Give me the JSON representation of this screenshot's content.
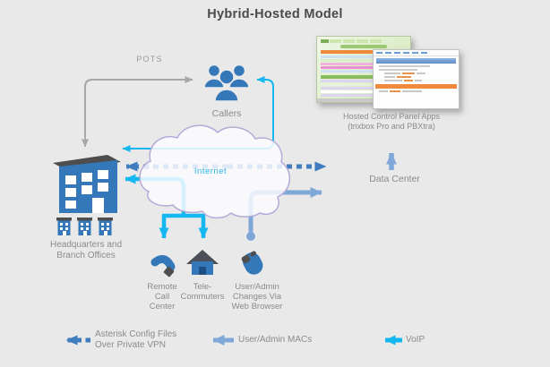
{
  "title": "Hybrid-Hosted Model",
  "cloud": {
    "label": "Internet"
  },
  "connections": {
    "pots_label": "POTS"
  },
  "nodes": {
    "callers": {
      "label": "Callers"
    },
    "headquarters": {
      "line1": "Headquarters and",
      "line2": "Branch Offices"
    },
    "hosted_apps": {
      "line1": "Hosted Control Panel Apps",
      "line2": "(trixbox Pro and PBXtra)"
    },
    "data_center": {
      "label": "Data Center"
    },
    "remote_call_center": {
      "line1": "Remote",
      "line2": "Call",
      "line3": "Center"
    },
    "telecommuters": {
      "line1": "Tele-",
      "line2": "Commuters"
    },
    "user_admin": {
      "line1": "User/Admin",
      "line2": "Changes Via",
      "line3": "Web Browser"
    }
  },
  "legend": {
    "asterisk_vpn": {
      "line1": "Asterisk Config Files",
      "line2": "Over Private VPN"
    },
    "macs": {
      "label": "User/Admin MACs"
    },
    "voip": {
      "label": "VoIP"
    }
  },
  "colors": {
    "background": "#e9e9e9",
    "voip_cyan": "#15b7f0",
    "config_blue": "#3f7dbf",
    "macs_steel": "#7fa8d9",
    "pots_gray": "#a8a8a8",
    "icon_blue": "#3478ba",
    "roof_gray": "#4d4d4d",
    "cloud_outline": "#b4aad8",
    "internet_text": "#29b3e9",
    "label_gray": "#8b8b8b"
  }
}
